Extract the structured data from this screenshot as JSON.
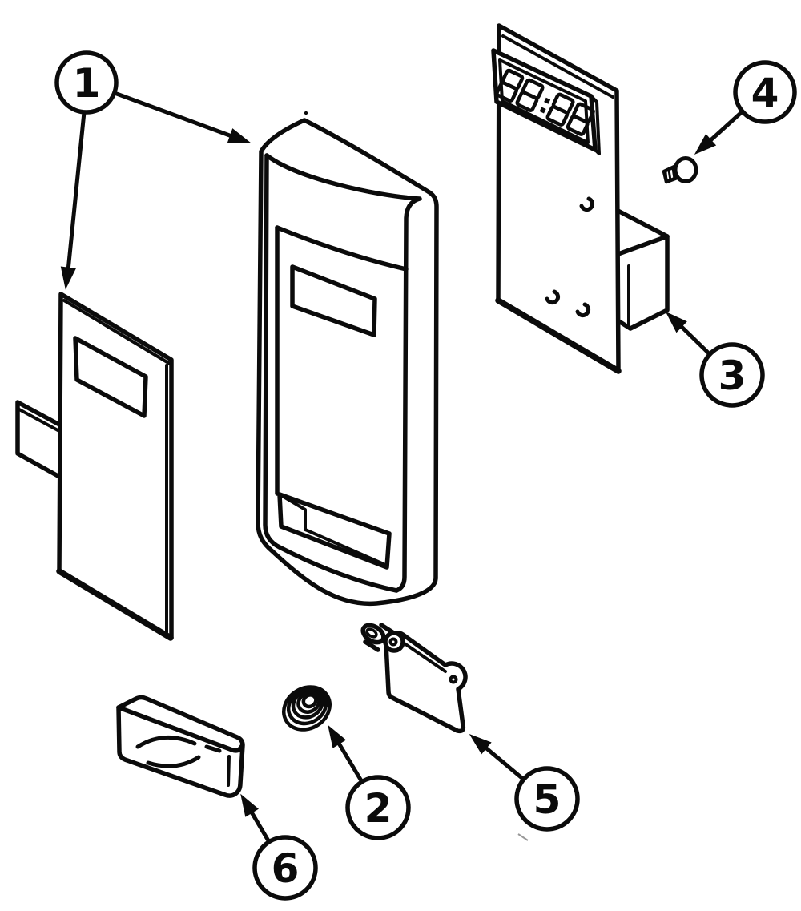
{
  "page": {
    "background": "#ffffff",
    "ink": "#0b0b0b"
  },
  "diagram": {
    "type": "exploded-parts-diagram",
    "display": {
      "text": "88:88"
    },
    "callouts": [
      {
        "number": "1"
      },
      {
        "number": "2"
      },
      {
        "number": "3"
      },
      {
        "number": "4"
      },
      {
        "number": "5"
      },
      {
        "number": "6"
      }
    ]
  }
}
